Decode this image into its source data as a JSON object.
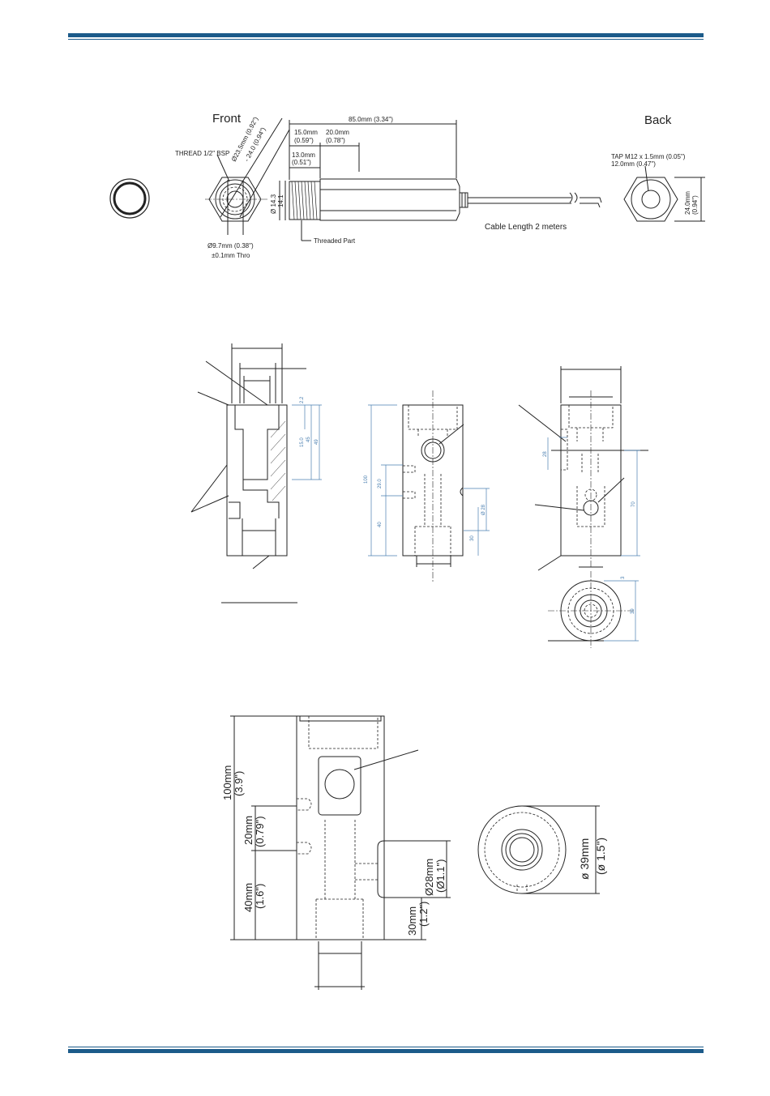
{
  "header_rule_color": "#1c5b8a",
  "top_view": {
    "front_label": "Front",
    "back_label": "Back",
    "thread_label": "THREAD 1/2\" BSP",
    "dia_outer_1": "Ø23.5mm (0.92\")",
    "dia_outer_2": "- 24.0 (0.94\")",
    "bore_1": "Ø9.7mm (0.38\")",
    "bore_2": "±0.1mm Thro",
    "dia_thread_1": "Ø 14.3",
    "dia_thread_2": "14.1",
    "len_total": "85.0mm (3.34\")",
    "len_a_1": "15.0mm",
    "len_a_2": "(0.59\")",
    "len_b_1": "20.0mm",
    "len_b_2": "(0.78\")",
    "len_c_1": "13.0mm",
    "len_c_2": "(0.51\")",
    "threaded_part": "Threaded Part",
    "cable_length": "Cable Length 2 meters",
    "tap_1": "TAP M12 x 1.5mm (0.05\")",
    "tap_2": "12.0mm (0.47\")",
    "hex_1": "24.0mm",
    "hex_2": "(0.94\")"
  },
  "middle_view": {
    "dims": [
      "2.2",
      "15.0",
      "45",
      "49",
      "100",
      "29.0",
      "40",
      "Ø 28",
      "30",
      "28",
      "70",
      "3",
      "39"
    ]
  },
  "bottom_view": {
    "h_total_1": "100mm",
    "h_total_2": "(3.9\")",
    "h_mid_1": "20mm",
    "h_mid_2": "(0.79\")",
    "h_low_1": "40mm",
    "h_low_2": "(1.6\")",
    "port_dia_1": "Ø28mm",
    "port_dia_2": "(Ø1.1\")",
    "port_h_1": "30mm",
    "port_h_2": "(1.2\")",
    "body_dia_1": "ø 39mm",
    "body_dia_2": "(ø 1.5\")"
  }
}
